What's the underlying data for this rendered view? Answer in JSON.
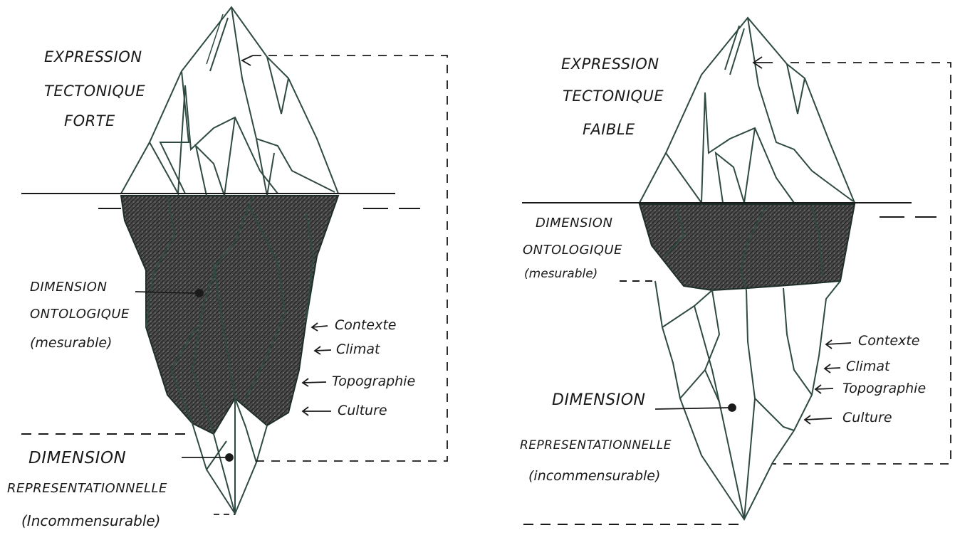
{
  "left_iceberg": {
    "top_label": [
      "EXPRESSION",
      "TECTONIQUE",
      "FORTE"
    ],
    "ontological_label": [
      "DIMENSION",
      "ONTOLOGIQUE",
      "(mesurable)"
    ],
    "representational_label": [
      "DIMENSION",
      "REPRESENTATIONNELLE",
      "(Incommensurable)"
    ],
    "factors": [
      "Contexte",
      "Climat",
      "Topographie",
      "Culture"
    ]
  },
  "right_iceberg": {
    "top_label": [
      "EXPRESSION",
      "TECTONIQUE",
      "FAIBLE"
    ],
    "ontological_label": [
      "DIMENSION",
      "ONTOLOGIQUE",
      "(mesurable)"
    ],
    "representational_label": [
      "DIMENSION",
      "REPRESENTATIONNELLE",
      "(incommensurable)"
    ],
    "factors": [
      "Contexte",
      "Climat",
      "Topographie",
      "Culture"
    ]
  },
  "colors": {
    "ink": "#1a1a1a",
    "edge": "#2f4a43",
    "shade": "#3a3a3a"
  }
}
